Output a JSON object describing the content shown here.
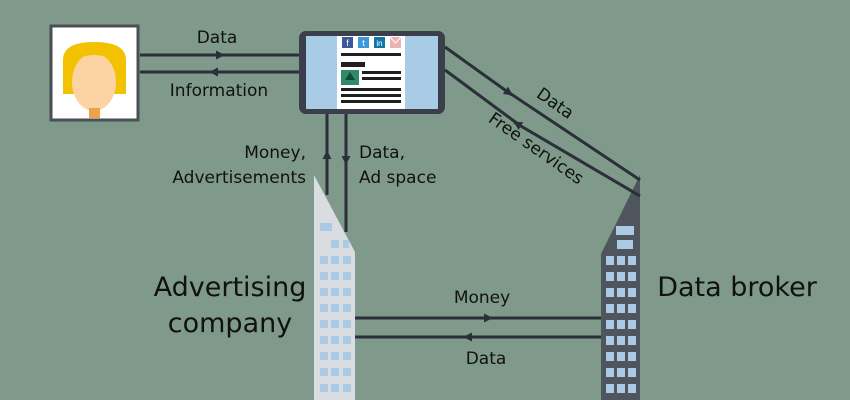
{
  "colors": {
    "background": "#7f9a8a",
    "arrow": "#2b2f3a",
    "phone_body": "#3a3f4a",
    "phone_screen": "#a9cce6",
    "user_hair": "#f2c200",
    "user_face": "#fcd3a3",
    "advertiser_building": "#d9dde2",
    "broker_building": "#4e555c",
    "window": "#aacbe3"
  },
  "user": {
    "icon": "user-avatar-icon"
  },
  "phone": {
    "icon": "smartphone-icon",
    "social_icons": [
      "f",
      "t",
      "in",
      "mail"
    ]
  },
  "labels": {
    "user_to_phone": "Data",
    "phone_to_user": "Information",
    "phone_to_broker": "Data",
    "broker_to_phone": "Free services",
    "advertiser_to_phone": [
      "Money,",
      "Advertisements"
    ],
    "phone_to_advertiser": [
      "Data,",
      "Ad space"
    ],
    "advertiser_to_broker": "Money",
    "broker_to_advertiser": "Data"
  },
  "entities": {
    "advertiser": [
      "Advertising",
      "company"
    ],
    "broker": "Data broker"
  }
}
